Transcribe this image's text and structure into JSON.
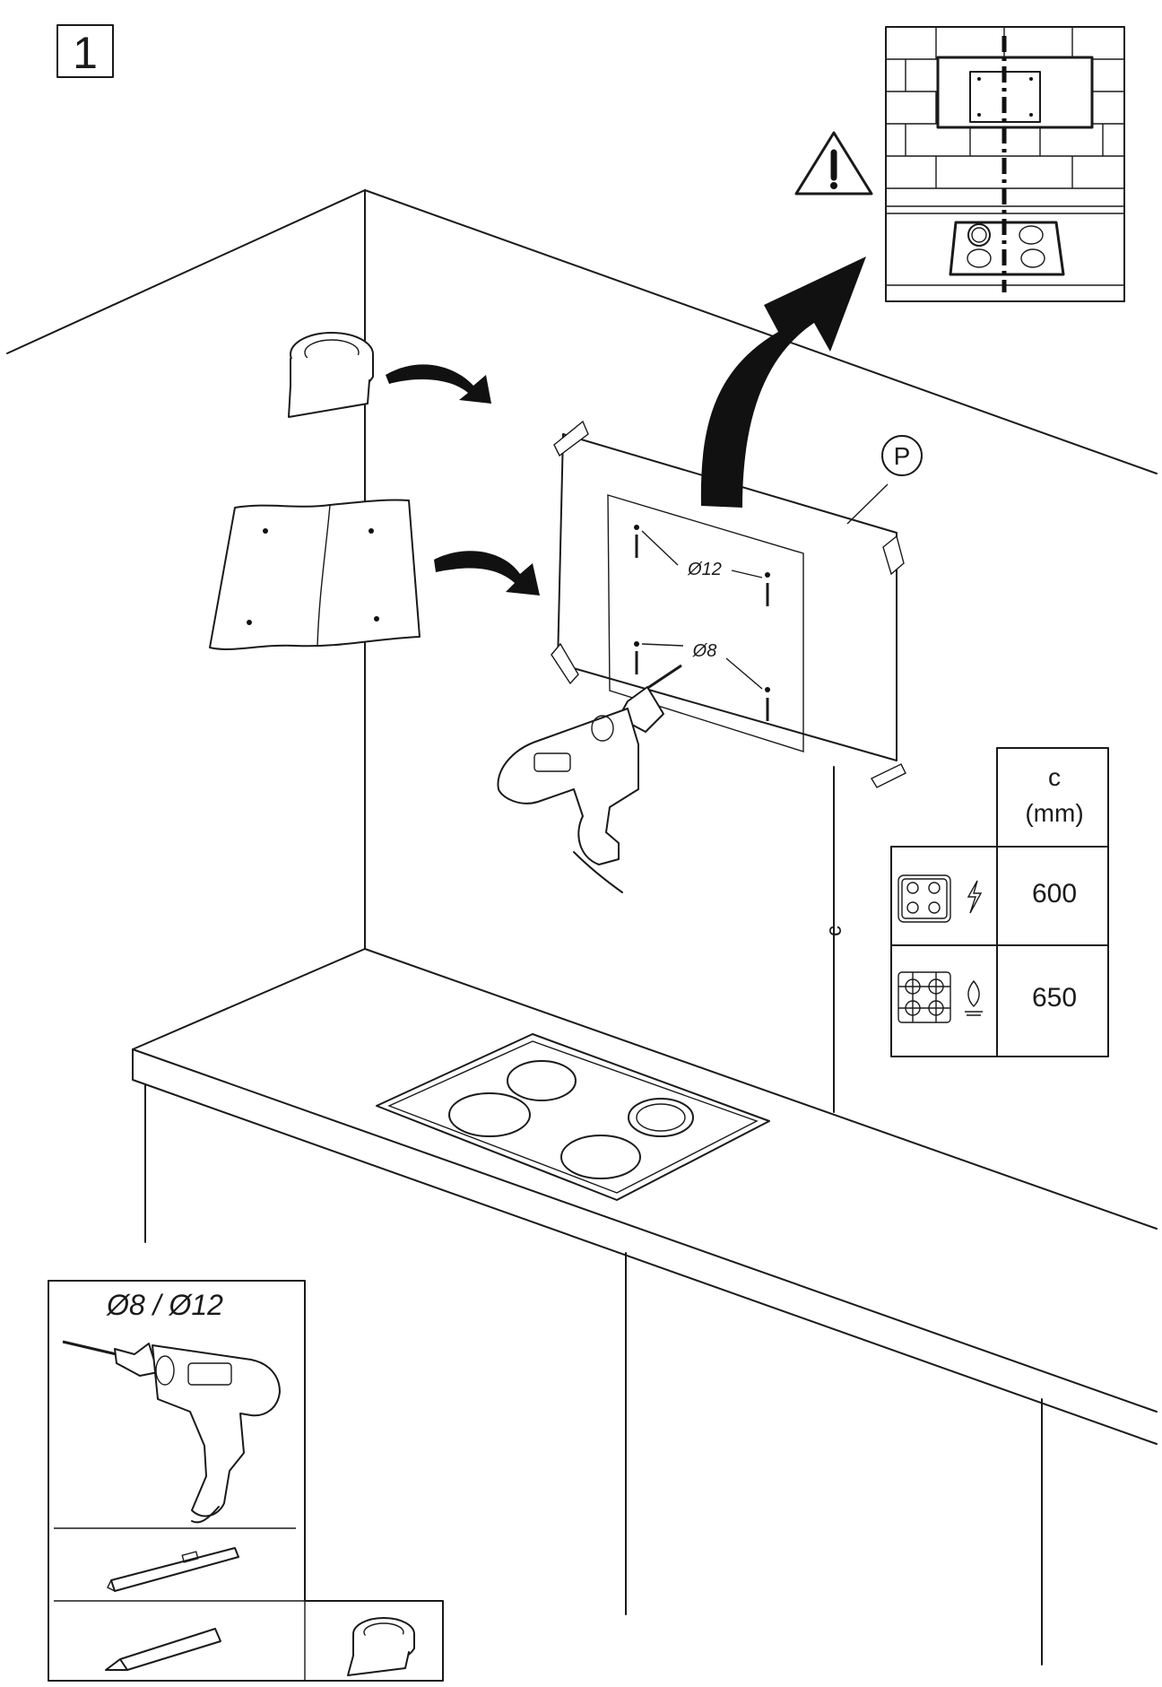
{
  "step_number": "1",
  "panel_label": "P",
  "hole_labels": {
    "large": "Ø12",
    "small": "Ø8"
  },
  "height_label": "c",
  "table": {
    "header_line1": "c",
    "header_line2": "(mm)",
    "rows": [
      {
        "hob_icon": "electric-hob-icon",
        "energy_icon": "lightning-icon",
        "value": "600"
      },
      {
        "hob_icon": "gas-hob-icon",
        "energy_icon": "flame-icon",
        "value": "650"
      }
    ]
  },
  "tools_box": {
    "drill_sizes": "Ø8 / Ø12",
    "tools": [
      "drill-icon",
      "spirit-level-icon",
      "pencil-icon",
      "tape-icon"
    ]
  },
  "warning_icon": "warning-triangle-icon",
  "colors": {
    "line": "#1a1a1a",
    "background": "#ffffff"
  }
}
